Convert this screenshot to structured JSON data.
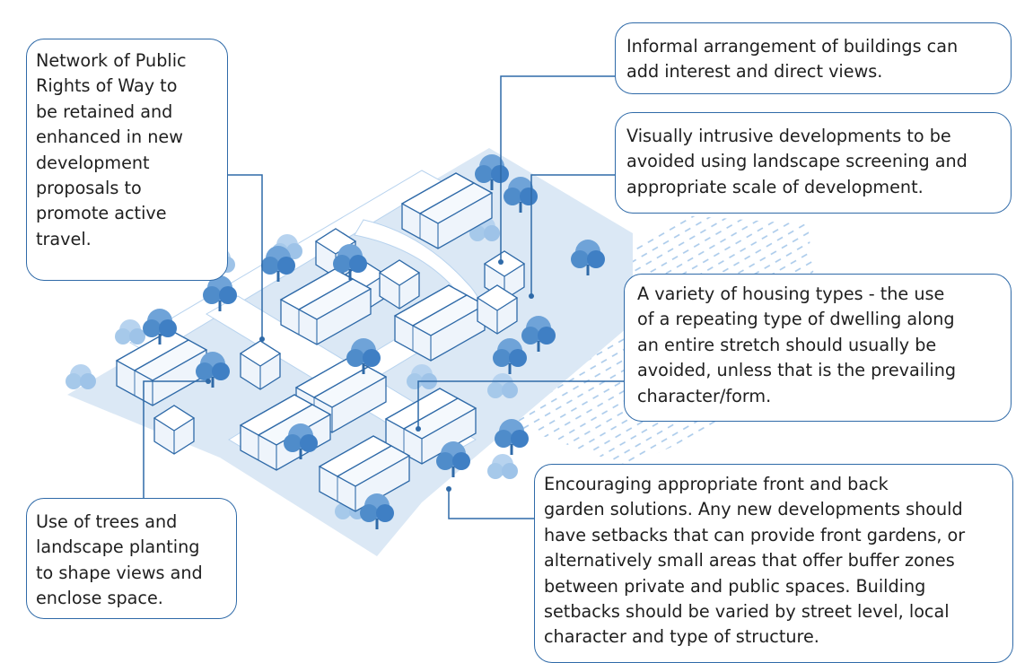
{
  "callouts": {
    "rights_of_way": "Network of Public\nRights of Way to\nbe retained and\nenhanced in new\ndevelopment\nproposals to\npromote active\ntravel.",
    "informal_arrangement": "Informal arrangement of buildings can\nadd interest and direct views.",
    "visually_intrusive": "Visually intrusive developments to be\navoided using landscape screening and\nappropriate scale of development.",
    "housing_variety": "A variety of housing types - the use\nof a repeating type of dwelling along\nan entire stretch should usually be\navoided, unless that is the prevailing\ncharacter/form.",
    "gardens": "Encouraging appropriate front and back\ngarden solutions. Any new developments should\nhave setbacks that can provide front gardens, or\nalternatively small areas that offer buffer zones\nbetween private and public spaces. Building\nsetbacks should be varied by street level, local\ncharacter and type of structure.",
    "trees": "Use of trees and\nlandscape planting\nto shape views and\nenclose space."
  },
  "colors": {
    "outline": "#2f6aa8",
    "ground": "#dbe8f5",
    "road": "#ffffff",
    "tree_dark": "#3f7fc4",
    "tree_light": "#9ec3e8",
    "house_roof": "#ffffff",
    "house_wall": "#eef4fb"
  },
  "icons": [
    "house-icon",
    "tree-icon",
    "field-texture"
  ]
}
